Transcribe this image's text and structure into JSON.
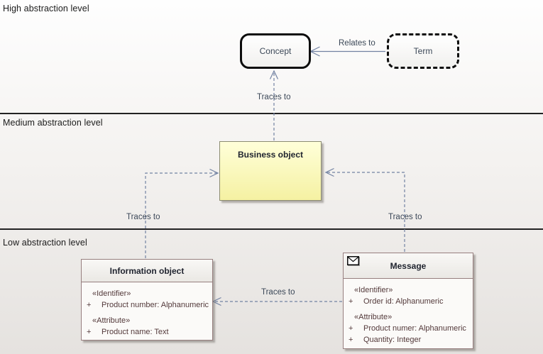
{
  "levels": {
    "high": "High abstraction level",
    "medium": "Medium abstraction level",
    "low": "Low abstraction level"
  },
  "nodes": {
    "concept": {
      "label": "Concept"
    },
    "term": {
      "label": "Term"
    },
    "business_object": {
      "title": "Business object"
    },
    "information_object": {
      "title": "Information object",
      "id_stereotype": "«Identifier»",
      "id_attr_vis": "+",
      "id_attr": "Product number: Alphanumeric",
      "attr_stereotype": "«Attribute»",
      "attr1_vis": "+",
      "attr1": "Product name: Text"
    },
    "message": {
      "title": "Message",
      "icon": "envelope-icon",
      "id_stereotype": "«Identifier»",
      "id_attr_vis": "+",
      "id_attr": "Order id: Alphanumeric",
      "attr_stereotype": "«Attribute»",
      "attr1_vis": "+",
      "attr1": "Product numer: Alphanumeric",
      "attr2_vis": "+",
      "attr2": "Quantity: Integer"
    }
  },
  "connectors": {
    "relates_to": "Relates to",
    "traces_bo_concept": "Traces to",
    "traces_info_bo": "Traces to",
    "traces_msg_bo": "Traces to",
    "traces_msg_info": "Traces to"
  },
  "colors": {
    "connector": "#7282a2",
    "attribute_text": "#53393a",
    "title_text": "#20242f",
    "node_border": "#977f7f",
    "label_text": "#3c4858",
    "level_line": "#222222",
    "business_border": "#8c8c72"
  }
}
